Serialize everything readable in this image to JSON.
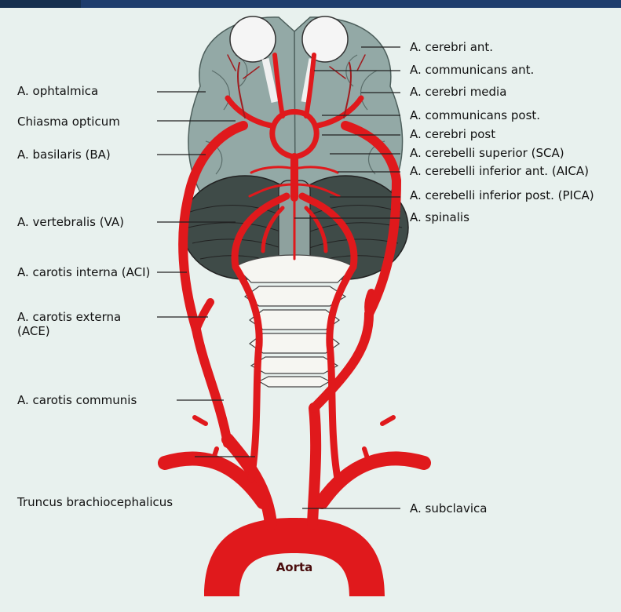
{
  "colors": {
    "background": "#e8f1ee",
    "header": "#1e3d6d",
    "artery": "#e0191c",
    "brain": "#93a9a6",
    "cerebellum": "#3f4b48",
    "bone": "#f6f6f2",
    "leader": "#222222"
  },
  "labels_left": {
    "ophtalmica": "A. ophtalmica",
    "chiasma": "Chiasma opticum",
    "basilaris": "A. basilaris (BA)",
    "vertebralis": "A. vertebralis (VA)",
    "carotis_interna": "A. carotis interna (ACI)",
    "carotis_externa": "A. carotis externa (ACE)",
    "carotis_communis": "A. carotis communis",
    "truncus": "Truncus brachiocephalicus"
  },
  "labels_right": {
    "cerebri_ant": "A. cerebri ant.",
    "communicans_ant": "A. communicans ant.",
    "cerebri_media": "A. cerebri media",
    "communicans_post": "A. communicans post.",
    "cerebri_post": "A. cerebri post",
    "sca": "A. cerebelli superior (SCA)",
    "aica": "A. cerebelli inferior ant. (AICA)",
    "pica": "A. cerebelli inferior post. (PICA)",
    "spinalis": "A. spinalis",
    "subclavica": "A. subclavica"
  },
  "aorta_label": "Aorta"
}
